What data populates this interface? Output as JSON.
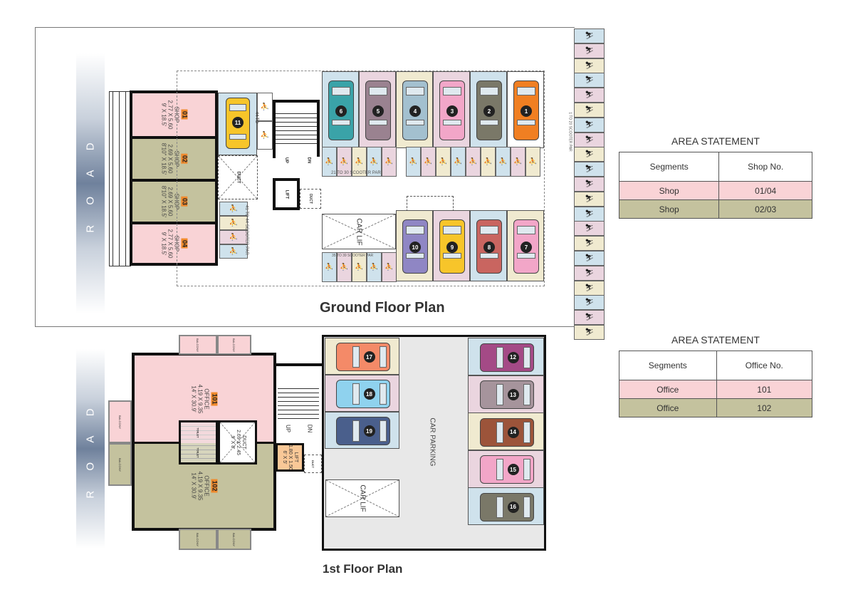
{
  "ground_floor": {
    "title": "Ground Floor Plan",
    "road_label": "R O A D",
    "shops": [
      {
        "tag": "01",
        "type": "SHOP",
        "metric": "2.77 X 5.60",
        "imperial": "9' X 18.5'",
        "color": "#f9d3d6"
      },
      {
        "tag": "02",
        "type": "SHOP",
        "metric": "2.69 X 5.60",
        "imperial": "8'10\" X 18.5'",
        "color": "#c4c29e"
      },
      {
        "tag": "03",
        "type": "SHOP",
        "metric": "2.69 X 5.60",
        "imperial": "8'10\" X 18.5'",
        "color": "#c4c29e"
      },
      {
        "tag": "04",
        "type": "SHOP",
        "metric": "2.77 X 5.60",
        "imperial": "9' X 18.5'",
        "color": "#f9d3d6"
      }
    ],
    "cars_top": [
      {
        "num": "6",
        "color": "#3aa3a8",
        "slot": "blue"
      },
      {
        "num": "5",
        "color": "#9a8290",
        "slot": "pink"
      },
      {
        "num": "4",
        "color": "#a3c0cf",
        "slot": "cream"
      },
      {
        "num": "3",
        "color": "#f2a6c8",
        "slot": "pink"
      },
      {
        "num": "2",
        "color": "#7a7868",
        "slot": "blue"
      },
      {
        "num": "1",
        "color": "#f07f22",
        "slot": "white"
      }
    ],
    "cars_bottom": [
      {
        "num": "10",
        "color": "#8f86c4",
        "slot": "cream"
      },
      {
        "num": "9",
        "color": "#f7c52a",
        "slot": "pink"
      },
      {
        "num": "8",
        "color": "#c96560",
        "slot": "blue"
      },
      {
        "num": "7",
        "color": "#f2a6c8",
        "slot": "cream"
      }
    ],
    "car_11": {
      "num": "11",
      "color": "#f7c52a"
    },
    "labels": {
      "duct": "DUCT",
      "lift": "LIFT",
      "up": "UP",
      "dn": "DN",
      "car_lift": "CAR LIF",
      "scooter_top": "21 TO 30 SCOOTER PAR",
      "scooter_side": "41 TO 44 SCOOTER PAR",
      "scooter_bottom": "35 TO 39 SCOOTER PAR",
      "scooter_right": "1 TO 20 SCOOTER PAR",
      "bike_11": "44 TO"
    },
    "right_bike_column_count": 20
  },
  "first_floor": {
    "title": "1st Floor Plan",
    "road_label": "R O A D",
    "offices": [
      {
        "tag": "101",
        "type": "OFFICE",
        "metric": "4.19 X 9.35",
        "imperial": "14' X 30.9'",
        "color": "#f9d3d6"
      },
      {
        "tag": "102",
        "type": "OFFICE",
        "metric": "4.19 X 9.35",
        "imperial": "14' X 30.9'",
        "color": "#c4c29e"
      }
    ],
    "duct": {
      "label": "DUCT",
      "metric": "2.69 X 2.45",
      "imperial": "9' X 8'"
    },
    "lift": {
      "label": "LIFT",
      "metric": "1.80 X 1.50",
      "imperial": "6' X 5'"
    },
    "toilet": "TOILET",
    "balcony": "BALCONY",
    "up": "UP",
    "dn": "DN",
    "car_parking": "CAR PARKING",
    "car_lift": "CAR LIF",
    "cars_left": [
      {
        "num": "17",
        "color": "#f48a68",
        "slot": "cream"
      },
      {
        "num": "18",
        "color": "#8fd2ee",
        "slot": "pink"
      },
      {
        "num": "19",
        "color": "#4a5f8c",
        "slot": "blue"
      }
    ],
    "cars_right": [
      {
        "num": "12",
        "color": "#a44a86",
        "slot": "blue"
      },
      {
        "num": "13",
        "color": "#a6949c",
        "slot": "pink"
      },
      {
        "num": "14",
        "color": "#9c543a",
        "slot": "cream"
      },
      {
        "num": "15",
        "color": "#f2a6c8",
        "slot": "pink"
      },
      {
        "num": "16",
        "color": "#7a7868",
        "slot": "blue"
      }
    ]
  },
  "area_statement_shops": {
    "title": "AREA STATEMENT",
    "headers": [
      "Segments",
      "Shop No."
    ],
    "rows": [
      [
        "Shop",
        "01/04"
      ],
      [
        "Shop",
        "02/03"
      ]
    ]
  },
  "area_statement_offices": {
    "title": "AREA STATEMENT",
    "headers": [
      "Segments",
      "Office No."
    ],
    "rows": [
      [
        "Office",
        "101"
      ],
      [
        "Office",
        "102"
      ]
    ]
  }
}
